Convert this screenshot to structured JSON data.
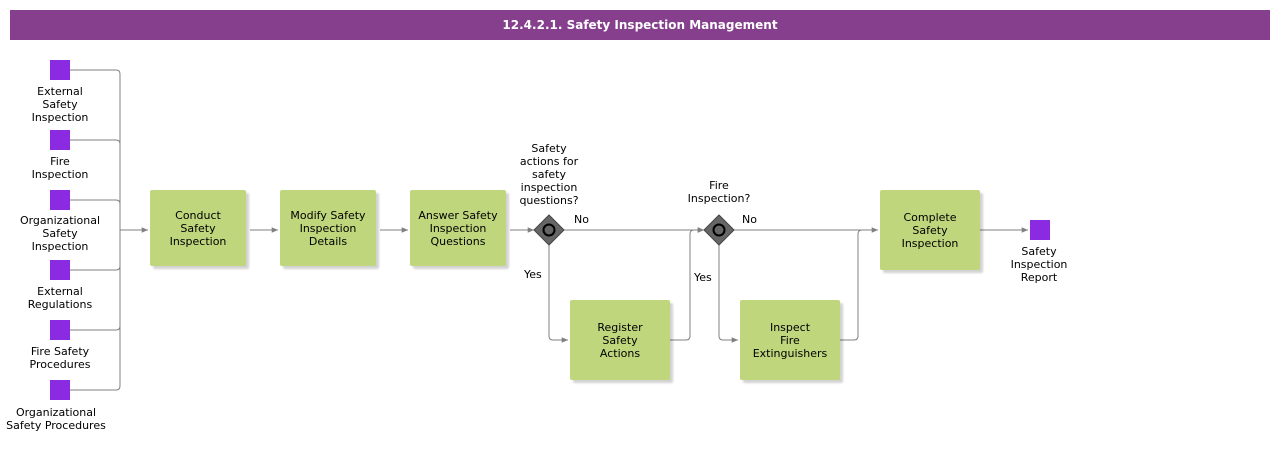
{
  "title": "12.4.2.1. Safety Inspection Management",
  "colors": {
    "title_bar": "#853f8c",
    "data_object": "#8a2be2",
    "task": "#bfd67d",
    "gateway": "#666666",
    "connector": "#808080"
  },
  "inputs": [
    {
      "label": "External\nSafety\nInspection"
    },
    {
      "label": "Fire\nInspection"
    },
    {
      "label": "Organizational\nSafety\nInspection"
    },
    {
      "label": "External\nRegulations"
    },
    {
      "label": "Fire Safety\nProcedures"
    },
    {
      "label": "Organizational\nSafety Procedures"
    }
  ],
  "tasks": {
    "conduct": "Conduct\nSafety\nInspection",
    "modify": "Modify Safety\nInspection\nDetails",
    "answer": "Answer Safety\nInspection\nQuestions",
    "register": "Register\nSafety\nActions",
    "inspect": "Inspect\nFire\nExtinguishers",
    "complete": "Complete\nSafety\nInspection"
  },
  "gateways": {
    "g1_question": "Safety\nactions for\nsafety\ninspection\nquestions?",
    "g2_question": "Fire\nInspection?",
    "no": "No",
    "yes": "Yes"
  },
  "output": {
    "label": "Safety\nInspection\nReport"
  }
}
